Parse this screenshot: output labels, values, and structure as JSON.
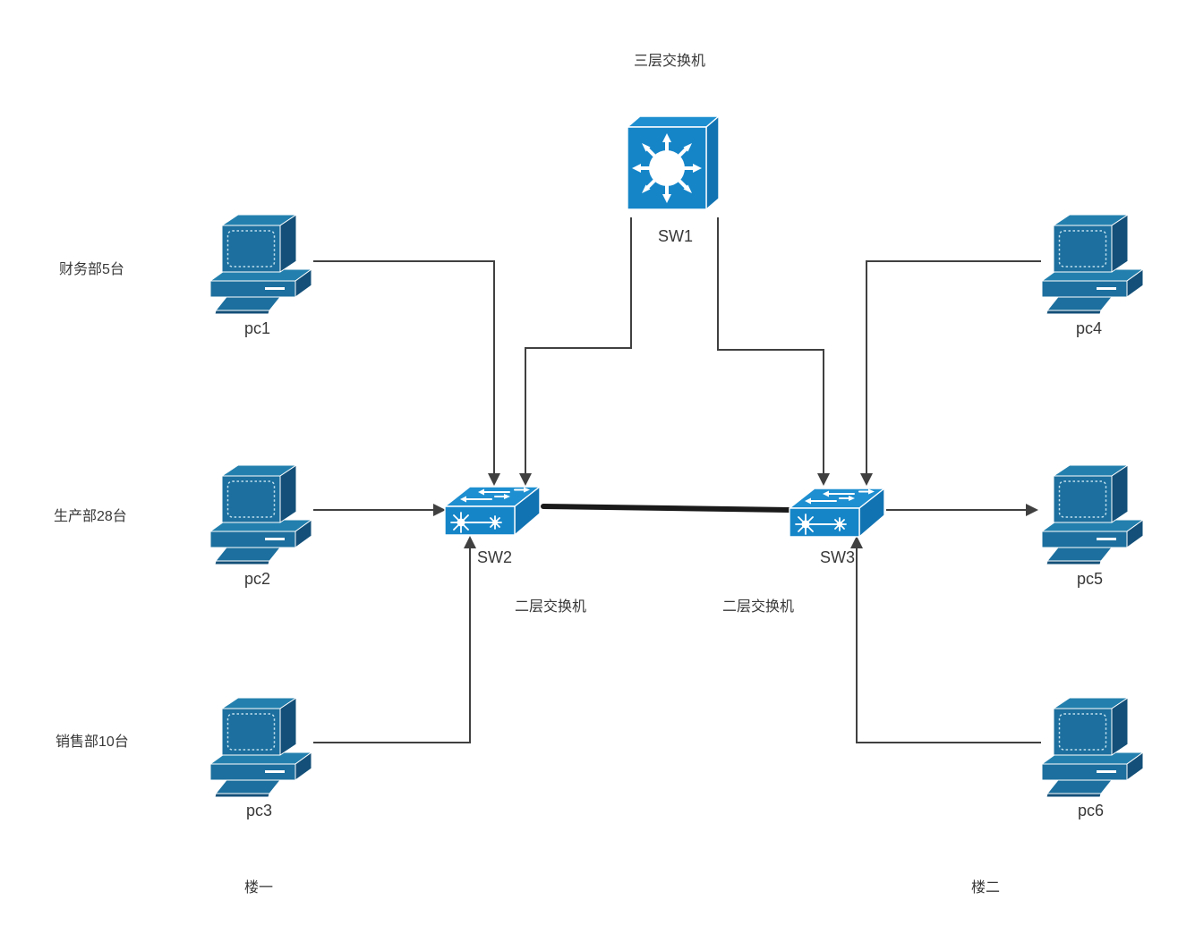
{
  "diagram": {
    "background": "#ffffff",
    "colors": {
      "background": "#ffffff",
      "switch_front": "#1585c8",
      "switch_top": "#1e8fd0",
      "switch_side": "#1173b2",
      "pc_front": "#1c6f9e",
      "pc_top": "#2380ae",
      "pc_side": "#134f78",
      "pc_screen_border": "#bfdeed",
      "connector": "#404040",
      "trunk": "#1a1a1a",
      "text": "#383838"
    },
    "annotations": {
      "layer3": "三层交换机",
      "finance": "财务部5台",
      "production": "生产部28台",
      "sales": "销售部10台",
      "building1": "楼一",
      "building2": "楼二"
    },
    "nodes": {
      "sw1": {
        "label": "SW1",
        "kind": "layer3-switch"
      },
      "sw2": {
        "label": "SW2",
        "kind": "layer2-switch",
        "type_label": "二层交换机"
      },
      "sw3": {
        "label": "SW3",
        "kind": "layer2-switch",
        "type_label": "二层交换机"
      },
      "pc1": {
        "label": "pc1",
        "kind": "pc"
      },
      "pc2": {
        "label": "pc2",
        "kind": "pc"
      },
      "pc3": {
        "label": "pc3",
        "kind": "pc"
      },
      "pc4": {
        "label": "pc4",
        "kind": "pc"
      },
      "pc5": {
        "label": "pc5",
        "kind": "pc"
      },
      "pc6": {
        "label": "pc6",
        "kind": "pc"
      }
    },
    "links": [
      {
        "from": "pc1",
        "to": "sw2"
      },
      {
        "from": "sw1",
        "to": "sw2"
      },
      {
        "from": "sw1",
        "to": "sw3"
      },
      {
        "from": "pc4",
        "to": "sw3"
      },
      {
        "from": "pc2",
        "to": "sw2"
      },
      {
        "from": "sw3",
        "to": "pc5"
      },
      {
        "from": "pc3",
        "to": "sw2"
      },
      {
        "from": "pc6",
        "to": "sw3"
      },
      {
        "from": "sw2",
        "to": "sw3",
        "style": "thick-trunk"
      }
    ]
  }
}
